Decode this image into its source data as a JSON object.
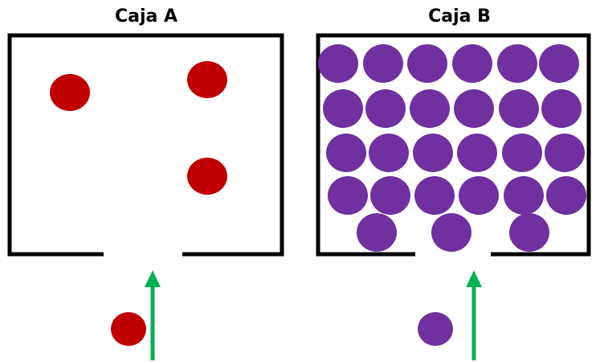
{
  "boxes": [
    {
      "title": "Caja A",
      "ball_color": "#c00000",
      "balls_inside": 3,
      "ball_waiting": 1
    },
    {
      "title": "Caja B",
      "ball_color": "#7030a0",
      "balls_inside": 27,
      "ball_waiting": 1
    }
  ],
  "colors": {
    "box_outline": "#000000",
    "arrow": "#00b050"
  },
  "icons": {
    "arrow": "arrow-up-icon"
  }
}
